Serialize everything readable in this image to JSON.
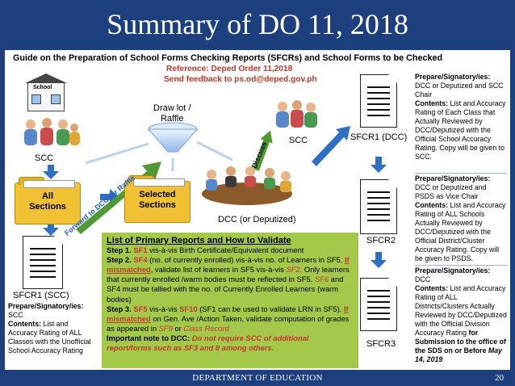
{
  "slide": {
    "title": "Summary of DO 11, 2018",
    "footer": "DEPARTMENT OF EDUCATION",
    "page_number": "20"
  },
  "guide": {
    "heading": "Guide on the Preparation of School Forms Checking Reports (SFCRs) and School Forms to be Checked",
    "reference": "Reference: Deped Order 11,2018",
    "feedback": "Send feedback to ps.od@deped.gov.ph"
  },
  "flow": {
    "school_sign": "School",
    "scc": "SCC",
    "draw_lot": "Draw lot /\nRaffle",
    "all_sections": "All\nSections",
    "selected_sections": "Selected\nSections",
    "forward_label": "Forward to DCC for Raffle",
    "dcc_label": "DCC (or Deputized)",
    "discuss_label": "Discuss",
    "scc_right": "SCC",
    "sfcr1_scc": "SFCR1 (SCC)",
    "sfcr1_dcc": "SFCR1 (DCC)",
    "sfcr2": "SFCR2",
    "sfcr3": "SFCR3"
  },
  "sfcr1_scc_notes": {
    "prep_label": "Prepare/Signatory/ies:",
    "prep_value": "SCC",
    "contents_label": "Contents:",
    "contents_value": "List and Accuracy Rating of ALL Classes with the Unofficial School Accuracy Rating"
  },
  "sfcr1_dcc_notes": {
    "prep_label": "Prepare/Signatory/ies:",
    "prep_value": "DCC or Deputized and SCC Chair",
    "contents_label": "Contents:",
    "contents_value": "List and Accuracy Rating of Each Class that Actually Reviewed by DCC/Deputized with the Official School Accuracy Rating. Copy will be given to SCC."
  },
  "sfcr2_notes": {
    "prep_label": "Prepare/Signatory/ies:",
    "prep_value": "DCC or Deputized and PSDS as Vice Chair",
    "contents_label": "Contents:",
    "contents_value": "List and Accuracy Rating of ALL Schools Actually Reviewed by DCC/Deputized with the Official District/Cluster Accuracy Rating. Copy will be given to PSDS."
  },
  "sfcr3_notes": {
    "prep_label": "Prepare/Signatory/ies:",
    "prep_value": "DCC",
    "contents_label": "Contents:",
    "contents_value": "List and Accuracy Rating of ALL Districts/Clusters Actually Reviewed by DCC/Deputized with the Official Division Accuracy Rating",
    "submission": "for Submission to the office of the SDS on or Before",
    "date": "May 14, 2019"
  },
  "reports_box": {
    "heading": "List of Primary Reports and How to Validate",
    "s1_step": "Step 1.",
    "s1_sf": "SF1",
    "s1_rest": "vis-à-vis Birth Certificate/Equivalent document",
    "s2_step": "Step 2.",
    "s2_sf": "SF4",
    "s2_a": "(no. of currently enrolled) vis-à-vis no. of Learners in SF5.",
    "s2_mismatch": "If mismatched",
    "s2_b": ", validate list of learners in SF5 vis-à-vis",
    "s2_sf2": "SF2.",
    "s2_c": "Only learners that currently enrolled /warm bodies must be reflected in SF5.",
    "s2_sf6": "SF6",
    "s2_d": "and SF4 must be tallied with the no. of Currently Enrolled Learners (warm bodies)",
    "s3_step": "Step 3.",
    "s3_sf5": "SF5",
    "s3_a": "vis-à-vis",
    "s3_sf10": "SF10",
    "s3_b": "(SF1 can be used to validate LRN in SF5).",
    "s3_mismatch": "If mismatched",
    "s3_c": "on Gen. Ave /Action Taken, validate computation of grades as appeared in",
    "s3_sf9": "SF9",
    "s3_or": "or",
    "s3_cr": "Class Record",
    "note_label": "Important note to DCC:",
    "note_text": "Do not require SCC of additional report/forms such as SF3 and 8 among others."
  }
}
